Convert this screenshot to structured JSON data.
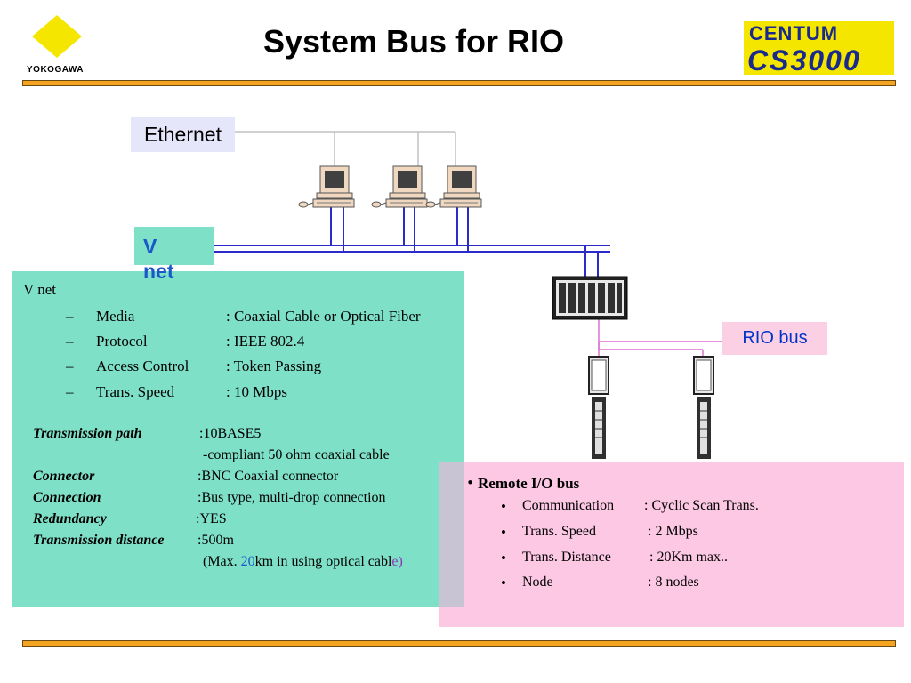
{
  "title": "System  Bus for RIO",
  "logo": {
    "text": "YOKOGAWA",
    "icon": "yokogawa-diamond-icon"
  },
  "brand_logo": {
    "line1": "CENTUM",
    "line2": "CS3000",
    "line1_color": "#1a2a8c",
    "bg_color": "#f5e600"
  },
  "colors": {
    "accent_bar": "#f4a421",
    "vnet_box": "#7fe0c8",
    "rio_box": "#fcd0e4",
    "ethernet_box": "#e6e6fa",
    "vnet_line": "#2b2bcc",
    "rio_line": "#e070d0"
  },
  "diagram": {
    "ethernet_label": "Ethernet",
    "vnet_label": "V\nnet",
    "rio_bus_label": "RIO  bus",
    "workstations": [
      "pc-1",
      "pc-2",
      "pc-3"
    ],
    "nodes": [
      "fcs-controller",
      "rio-node-1",
      "rio-node-2"
    ]
  },
  "vnet_panel": {
    "heading": "V  net",
    "items": [
      {
        "label": "Media",
        "value": ": Coaxial Cable or Optical Fiber"
      },
      {
        "label": "Protocol",
        "value": ":  IEEE 802.4"
      },
      {
        "label": "Access Control",
        "value": ": Token Passing"
      },
      {
        "label": "Trans. Speed",
        "value": ": 10 Mbps"
      }
    ],
    "details": [
      {
        "label": "Transmission path",
        "value": ":10BASE5"
      },
      {
        "label": "",
        "value": "-compliant 50 ohm coaxial cable"
      },
      {
        "label": "Connector",
        "value": ":BNC Coaxial connector"
      },
      {
        "label": "Connection",
        "value": ":Bus type, multi-drop connection"
      },
      {
        "label": "Redundancy",
        "value": ":YES"
      },
      {
        "label": "Transmission distance",
        "value": ":500m"
      }
    ],
    "note": {
      "prefix": "(Max. ",
      "num": "20",
      "middle": "km in using optical cabl",
      "tail": "e)"
    }
  },
  "rio_panel": {
    "heading": "Remote I/O bus",
    "bullet": "・",
    "items": [
      {
        "label": "Communication",
        "value": ": Cyclic Scan Trans."
      },
      {
        "label": "Trans. Speed",
        "value": ": 2 Mbps"
      },
      {
        "label": "Trans. Distance",
        "value": ": 20Km max.."
      },
      {
        "label": "Node",
        "value": ": 8 nodes"
      }
    ]
  }
}
